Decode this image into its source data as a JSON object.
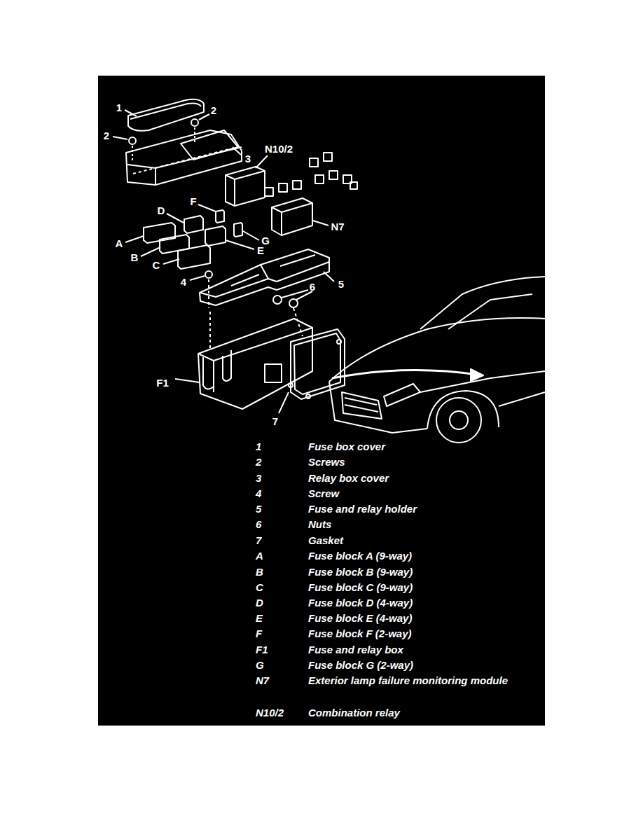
{
  "diagram": {
    "labels": [
      "1",
      "2",
      "2",
      "3",
      "N10/2",
      "D",
      "F",
      "A",
      "B",
      "C",
      "E",
      "G",
      "N7",
      "4",
      "5",
      "6",
      "F1",
      "7",
      "1",
      "Fuse box cover",
      "2",
      "Screws",
      "3",
      "Relay box cover",
      "4",
      "Screw",
      "5",
      "Fuse and relay holder",
      "6",
      "Nuts",
      "7",
      "Gasket",
      "A",
      "Fuse block A (9-way)",
      "B",
      "Fuse block B (9-way)",
      "C",
      "Fuse block C (9-way)",
      "D",
      "Fuse block D (4-way)",
      "E",
      "Fuse block E (4-way)",
      "F",
      "Fuse block F (2-way)",
      "F1",
      "Fuse and relay box",
      "G",
      "Fuse block G (2-way)",
      "N7",
      "Exterior lamp failure monitoring module",
      "N10/2",
      "Combination relay"
    ]
  }
}
